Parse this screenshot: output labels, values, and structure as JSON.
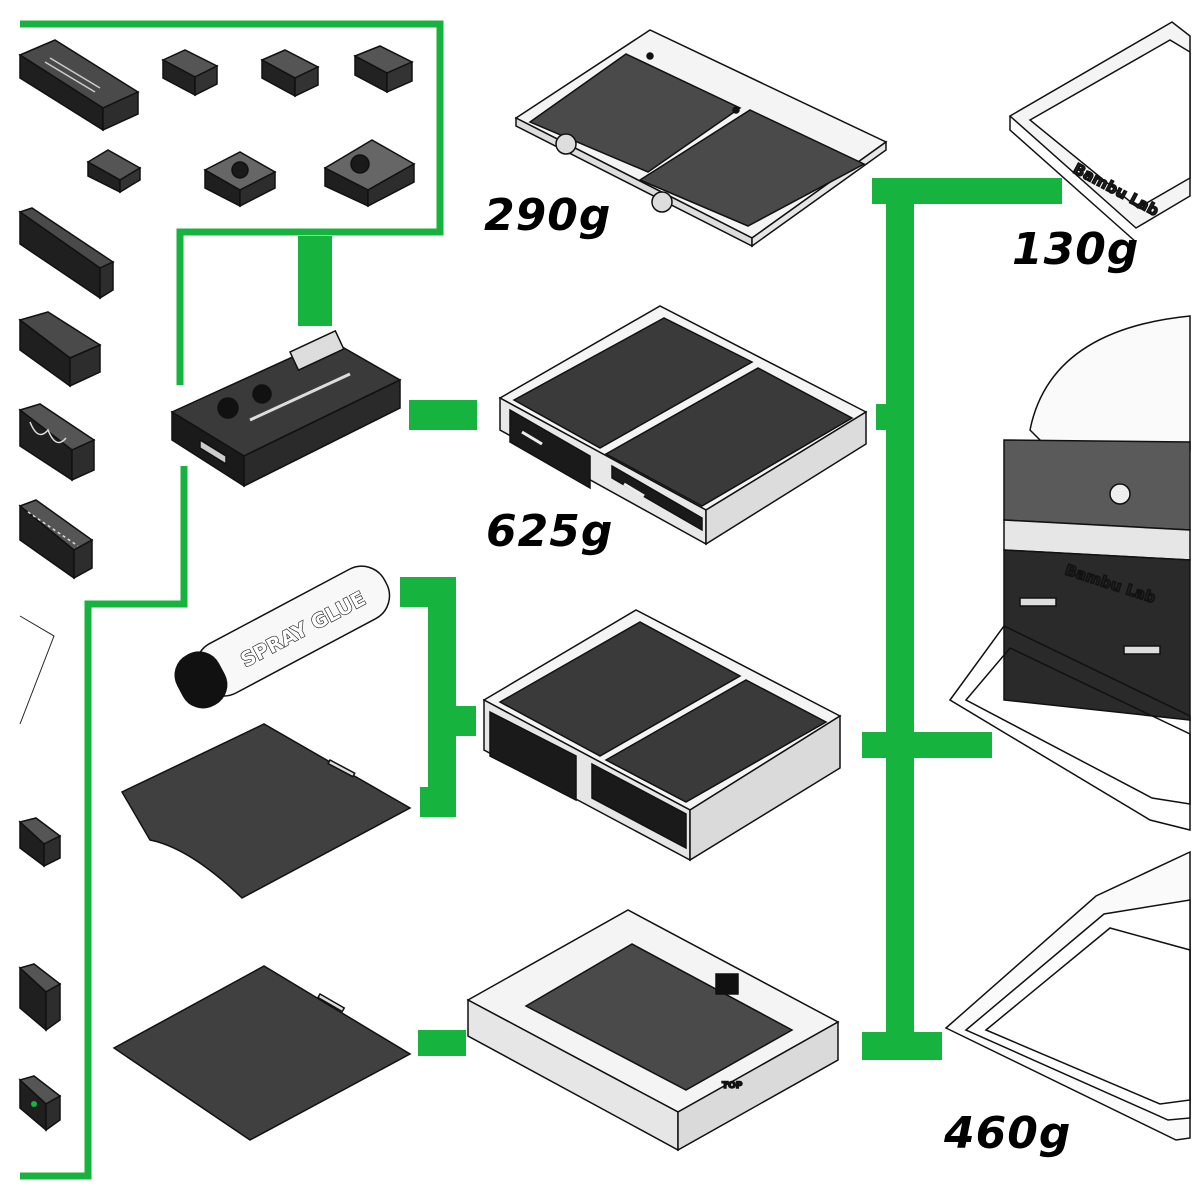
{
  "weights": {
    "top_plate": "290g",
    "frame": "130g",
    "drawer_tray": "625g",
    "bottom_tray": "460g"
  },
  "brand_marks": {
    "frame_logo": "Bambu Lab",
    "printer_logo": "Bambu Lab"
  },
  "labels": {
    "spray_glue": "SPRAY GLUE",
    "tray_top_mark": "TOP"
  },
  "colors": {
    "connector_green": "#16b33f",
    "part_dark": "#3a3a3a",
    "part_black": "#1a1a1a",
    "part_light": "#f2f2f2",
    "outline": "#111111"
  }
}
